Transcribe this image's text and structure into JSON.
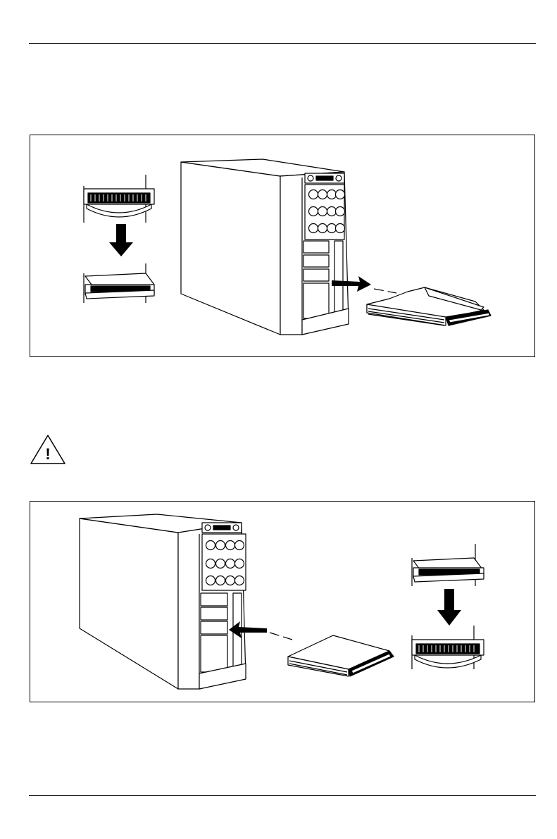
{
  "page": {
    "background": "#ffffff",
    "line_color": "#000000"
  },
  "figures": [
    {
      "name": "remove-drive-carrier",
      "icon": "remove-hotplug-drive-illustration"
    },
    {
      "name": "insert-drive-carrier",
      "icon": "insert-hotplug-drive-illustration"
    }
  ],
  "warning": {
    "icon": "warning-triangle-icon",
    "symbol": "!"
  }
}
